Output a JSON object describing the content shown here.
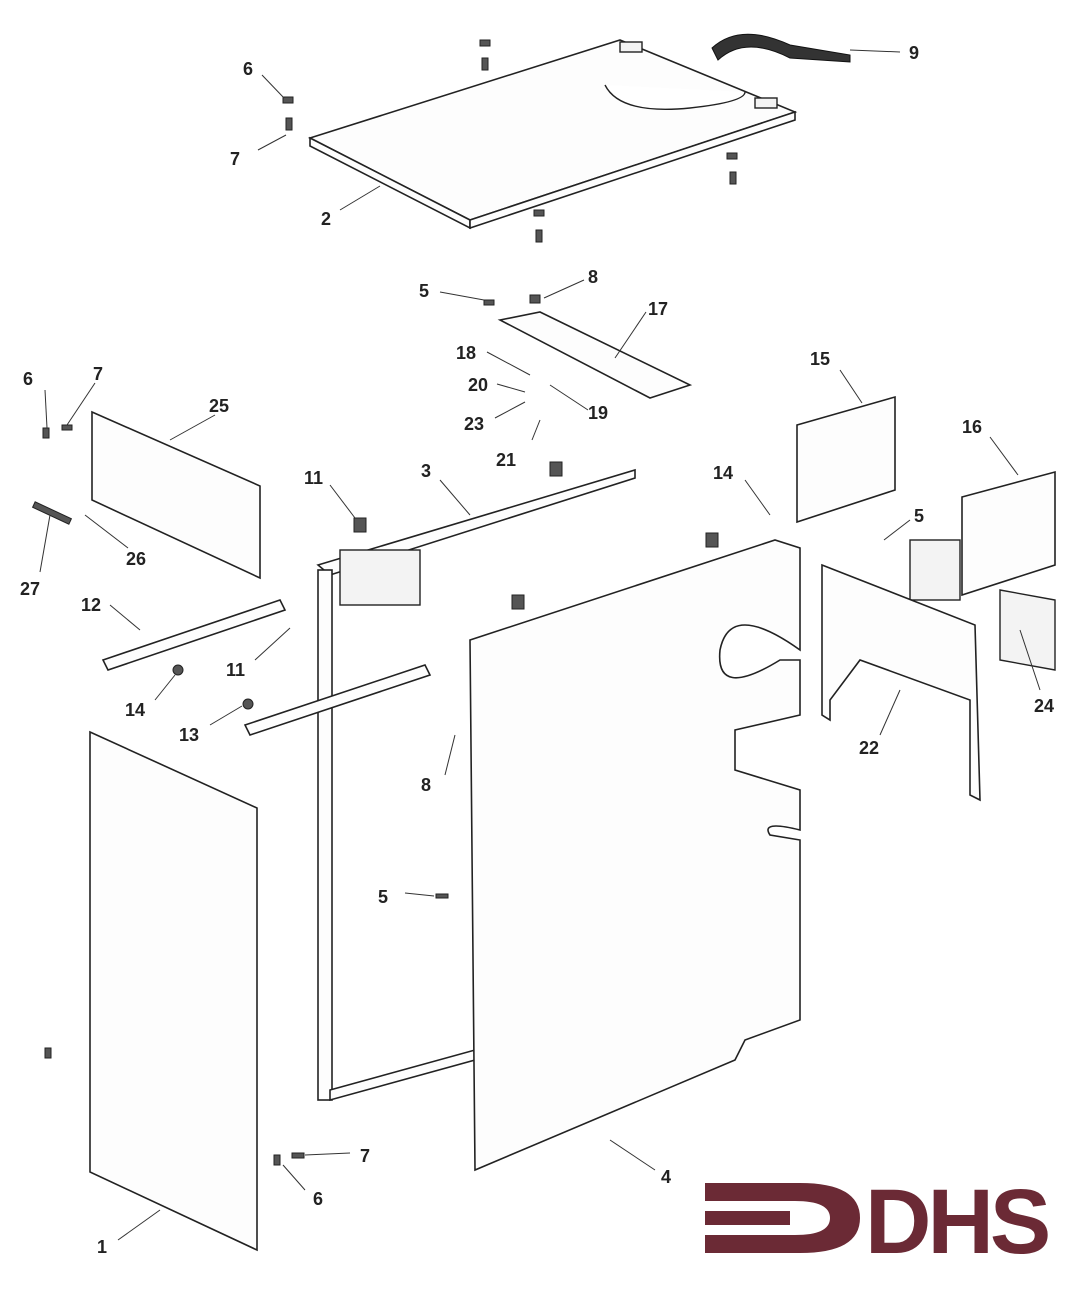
{
  "diagram": {
    "title": "Exploded parts diagram",
    "part_labels": [
      "6",
      "7",
      "2",
      "9",
      "5",
      "8",
      "17",
      "18",
      "20",
      "19",
      "23",
      "21",
      "15",
      "16",
      "14",
      "5",
      "6",
      "7",
      "25",
      "11",
      "3",
      "27",
      "26",
      "12",
      "11",
      "14",
      "13",
      "8",
      "22",
      "24",
      "5",
      "7",
      "6",
      "4",
      "1"
    ]
  },
  "logo": {
    "text": "DHS",
    "color": "#6b2a35"
  }
}
